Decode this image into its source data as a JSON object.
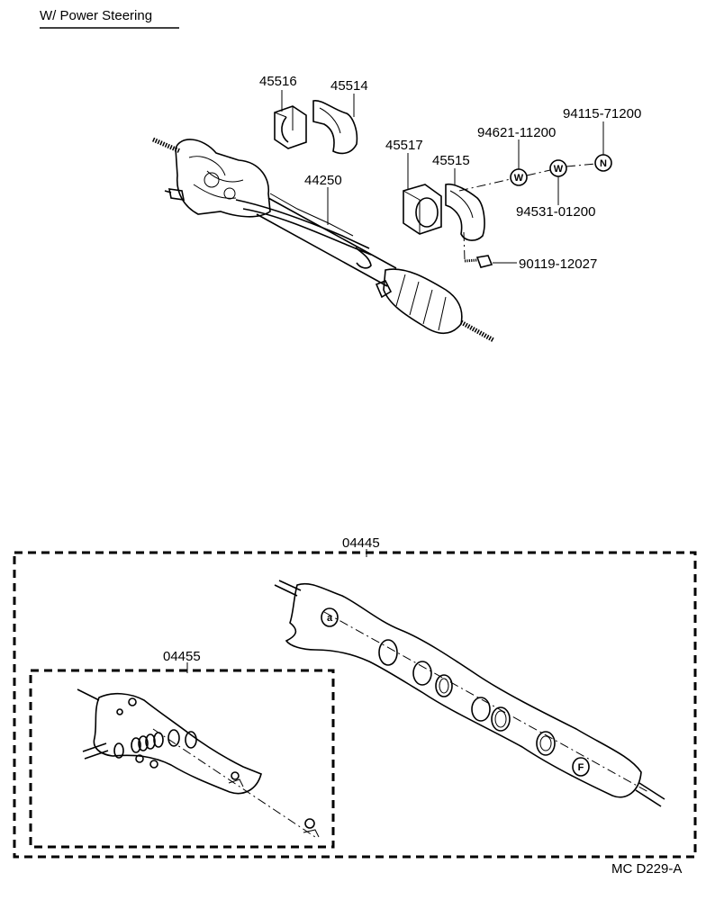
{
  "header": {
    "title": "W/ Power Steering"
  },
  "parts": {
    "p45516": "45516",
    "p45514": "45514",
    "p45517": "45517",
    "p45515": "45515",
    "p44250": "44250",
    "p94621": "94621-11200",
    "p94115": "94115-71200",
    "p94531": "94531-01200",
    "p90119": "90119-12027",
    "p04445": "04445",
    "p04455": "04455"
  },
  "symbols": {
    "washer1": "W",
    "washer2": "W",
    "nut": "N",
    "kit_a": "a",
    "kit_f": "F"
  },
  "footer": {
    "code": "MC  D229-A"
  }
}
